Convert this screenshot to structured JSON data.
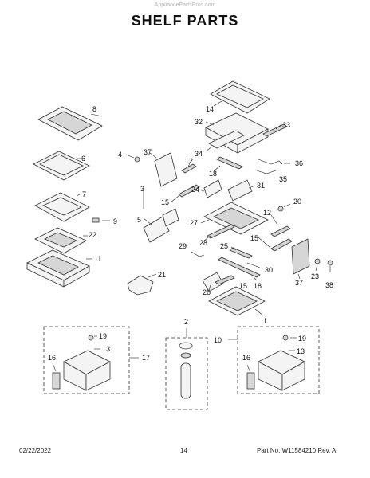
{
  "watermark": "AppliancePartsPros.com",
  "title": "SHELF  PARTS",
  "footer": {
    "date": "02/22/2022",
    "page": "14",
    "part": "Part No.  W11584210  Rev. A"
  },
  "callouts": {
    "c1": "1",
    "c2": "2",
    "c3": "3",
    "c4": "4",
    "c5": "5",
    "c6": "6",
    "c7": "7",
    "c8": "8",
    "c9": "9",
    "c10": "10",
    "c11": "11",
    "c12a": "12",
    "c12b": "12",
    "c13a": "13",
    "c13b": "13",
    "c14": "14",
    "c15a": "15",
    "c15b": "15",
    "c15c": "15",
    "c16a": "16",
    "c16b": "16",
    "c17": "17",
    "c18a": "18",
    "c18b": "18",
    "c19a": "19",
    "c19b": "19",
    "c20": "20",
    "c21": "21",
    "c22": "22",
    "c23": "23",
    "c24": "24",
    "c25": "25",
    "c26": "26",
    "c27": "27",
    "c28": "28",
    "c29": "29",
    "c30": "30",
    "c31": "31",
    "c32": "32",
    "c33": "33",
    "c34": "34",
    "c35": "35",
    "c36": "36",
    "c37a": "37",
    "c37b": "37",
    "c38": "38"
  }
}
